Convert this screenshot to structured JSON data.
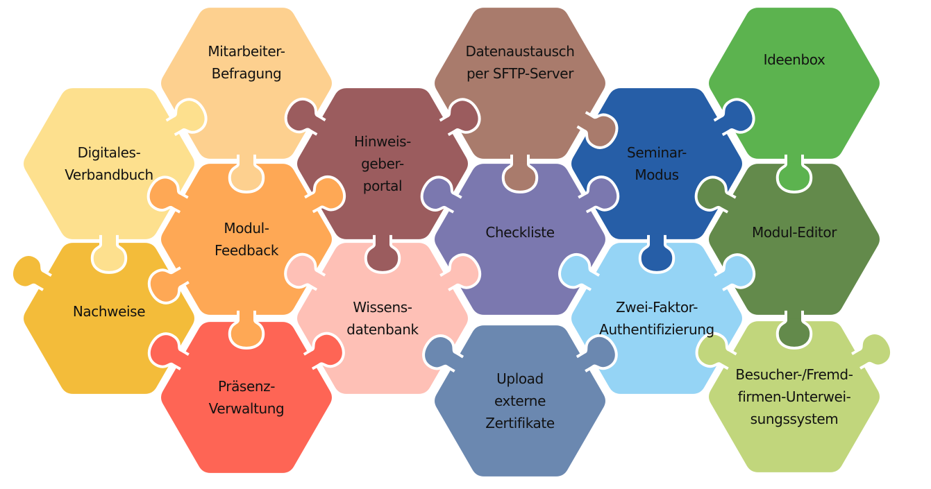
{
  "diagram": {
    "title": "",
    "pieces": [
      {
        "id": "digitales-verbandbuch",
        "lines": [
          "Digitales-",
          "Verbandbuch"
        ],
        "color": "#FDE08E",
        "col": 0,
        "row": 1
      },
      {
        "id": "nachweise",
        "lines": [
          "Nachweise"
        ],
        "color": "#F3BC3A",
        "col": 0,
        "row": 3
      },
      {
        "id": "mitarbeiter-befragung",
        "lines": [
          "Mitarbeiter-",
          "Befragung"
        ],
        "color": "#FDD08F",
        "col": 1,
        "row": 0
      },
      {
        "id": "modul-feedback",
        "lines": [
          "Modul-",
          "Feedback"
        ],
        "color": "#FEA855",
        "col": 1,
        "row": 2
      },
      {
        "id": "praesenz-verwaltung",
        "lines": [
          "Präsenz-",
          "Verwaltung"
        ],
        "color": "#FE6555",
        "col": 1,
        "row": 4
      },
      {
        "id": "hinweisgeberportal",
        "lines": [
          "Hinweis-",
          "geber-",
          "portal"
        ],
        "color": "#9B5C5E",
        "col": 2,
        "row": 1
      },
      {
        "id": "wissensdatenbank",
        "lines": [
          "Wissens-",
          "datenbank"
        ],
        "color": "#FEC0B6",
        "col": 2,
        "row": 3
      },
      {
        "id": "datenaustausch-sftp",
        "lines": [
          "Datenaustausch",
          "per SFTP-Server"
        ],
        "color": "#A97B6C",
        "col": 3,
        "row": 0
      },
      {
        "id": "checkliste",
        "lines": [
          "Checkliste"
        ],
        "color": "#7B78AF",
        "col": 3,
        "row": 2
      },
      {
        "id": "upload-externe-zertifikate",
        "lines": [
          "Upload",
          "externe",
          "Zertifikate"
        ],
        "color": "#6B88B0",
        "col": 3,
        "row": 4
      },
      {
        "id": "seminar-modus",
        "lines": [
          "Seminar-",
          "Modus"
        ],
        "color": "#265EA7",
        "col": 4,
        "row": 1
      },
      {
        "id": "zwei-faktor-authentifizierung",
        "lines": [
          "Zwei-Faktor-",
          "Authentifizierung"
        ],
        "color": "#95D4F5",
        "col": 4,
        "row": 3
      },
      {
        "id": "ideenbox",
        "lines": [
          "Ideenbox"
        ],
        "color": "#5CB34F",
        "col": 5,
        "row": 0
      },
      {
        "id": "modul-editor",
        "lines": [
          "Modul-Editor"
        ],
        "color": "#638A4B",
        "col": 5,
        "row": 2
      },
      {
        "id": "besucher-fremdfirmen-unterweisungssystem",
        "lines": [
          "Besucher-/Fremd-",
          "firmen-Unterwei-",
          "sungssystem"
        ],
        "color": "#C1D67C",
        "col": 5,
        "row": 4
      }
    ],
    "connections": [
      {
        "from": "mitarbeiter-befragung",
        "to": "digitales-verbandbuch",
        "tab_owner": "digitales-verbandbuch"
      },
      {
        "from": "mitarbeiter-befragung",
        "to": "modul-feedback",
        "tab_owner": "mitarbeiter-befragung"
      },
      {
        "from": "mitarbeiter-befragung",
        "to": "hinweisgeberportal",
        "tab_owner": "hinweisgeberportal"
      },
      {
        "from": "digitales-verbandbuch",
        "to": "nachweise",
        "tab_owner": "digitales-verbandbuch"
      },
      {
        "from": "digitales-verbandbuch",
        "to": "modul-feedback",
        "tab_owner": "modul-feedback"
      },
      {
        "from": "nachweise",
        "to": "modul-feedback",
        "tab_owner": "modul-feedback"
      },
      {
        "from": "nachweise",
        "to": "praesenz-verwaltung",
        "tab_owner": "praesenz-verwaltung"
      },
      {
        "from": "modul-feedback",
        "to": "praesenz-verwaltung",
        "tab_owner": "modul-feedback"
      },
      {
        "from": "modul-feedback",
        "to": "hinweisgeberportal",
        "tab_owner": "modul-feedback"
      },
      {
        "from": "modul-feedback",
        "to": "wissensdatenbank",
        "tab_owner": "wissensdatenbank"
      },
      {
        "from": "praesenz-verwaltung",
        "to": "wissensdatenbank",
        "tab_owner": "praesenz-verwaltung"
      },
      {
        "from": "hinweisgeberportal",
        "to": "wissensdatenbank",
        "tab_owner": "hinweisgeberportal"
      },
      {
        "from": "hinweisgeberportal",
        "to": "datenaustausch-sftp",
        "tab_owner": "hinweisgeberportal"
      },
      {
        "from": "hinweisgeberportal",
        "to": "checkliste",
        "tab_owner": "checkliste"
      },
      {
        "from": "wissensdatenbank",
        "to": "checkliste",
        "tab_owner": "wissensdatenbank"
      },
      {
        "from": "wissensdatenbank",
        "to": "upload-externe-zertifikate",
        "tab_owner": "upload-externe-zertifikate"
      },
      {
        "from": "datenaustausch-sftp",
        "to": "checkliste",
        "tab_owner": "datenaustausch-sftp"
      },
      {
        "from": "datenaustausch-sftp",
        "to": "seminar-modus",
        "tab_owner": "datenaustausch-sftp"
      },
      {
        "from": "checkliste",
        "to": "seminar-modus",
        "tab_owner": "checkliste"
      },
      {
        "from": "checkliste",
        "to": "zwei-faktor-authentifizierung",
        "tab_owner": "zwei-faktor-authentifizierung"
      },
      {
        "from": "upload-externe-zertifikate",
        "to": "zwei-faktor-authentifizierung",
        "tab_owner": "upload-externe-zertifikate"
      },
      {
        "from": "seminar-modus",
        "to": "ideenbox",
        "tab_owner": "seminar-modus"
      },
      {
        "from": "seminar-modus",
        "to": "modul-editor",
        "tab_owner": "modul-editor"
      },
      {
        "from": "seminar-modus",
        "to": "zwei-faktor-authentifizierung",
        "tab_owner": "seminar-modus"
      },
      {
        "from": "ideenbox",
        "to": "modul-editor",
        "tab_owner": "ideenbox"
      },
      {
        "from": "zwei-faktor-authentifizierung",
        "to": "modul-editor",
        "tab_owner": "zwei-faktor-authentifizierung"
      },
      {
        "from": "zwei-faktor-authentifizierung",
        "to": "besucher-fremdfirmen-unterweisungssystem",
        "tab_owner": "besucher-fremdfirmen-unterweisungssystem"
      },
      {
        "from": "modul-editor",
        "to": "besucher-fremdfirmen-unterweisungssystem",
        "tab_owner": "modul-editor"
      }
    ],
    "loose_tabs": [
      {
        "piece": "nachweise",
        "side": "upper-left"
      },
      {
        "piece": "besucher-fremdfirmen-unterweisungssystem",
        "side": "upper-right"
      }
    ]
  }
}
